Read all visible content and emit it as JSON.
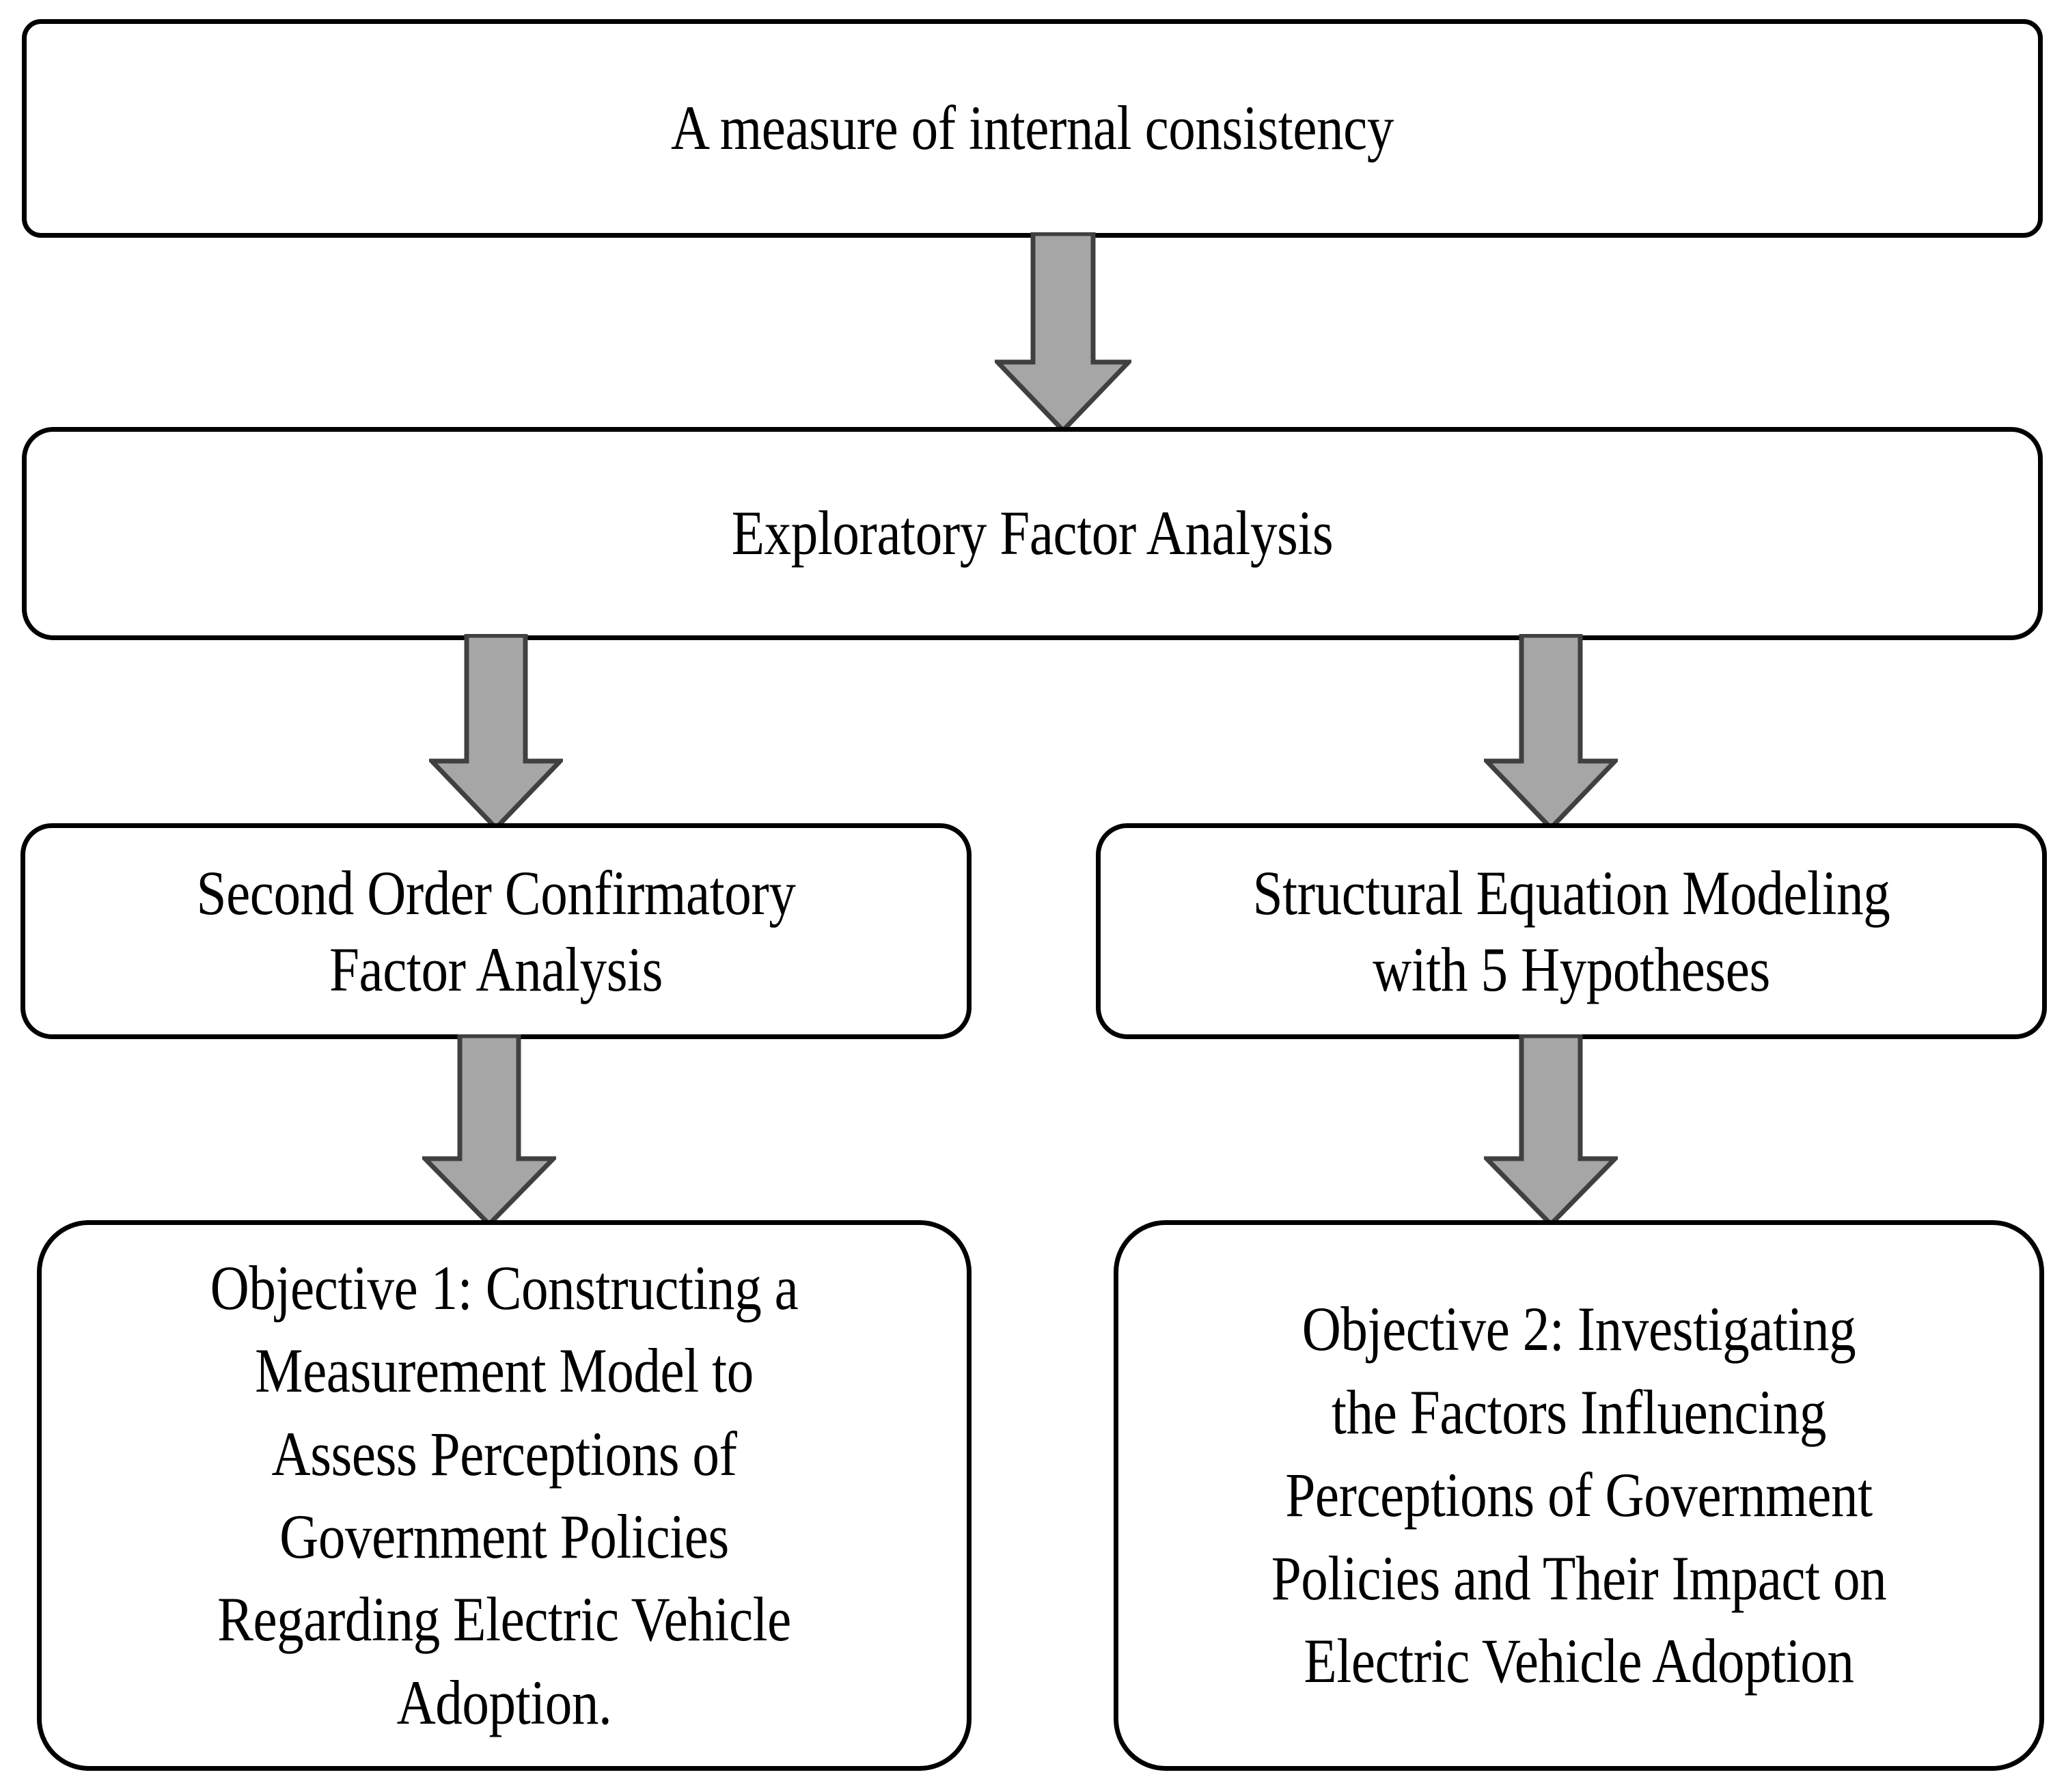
{
  "diagram": {
    "title": "Research methodology flowchart",
    "orientation": "top-to-bottom",
    "background_color": "#FFFFFF",
    "node_border_color": "#000000",
    "node_fill_color": "#FFFFFF",
    "arrow_fill_color": "#A6A6A6",
    "arrow_border_color": "#404040",
    "text_color": "#000000",
    "nodes": [
      {
        "id": "internal-consistency",
        "label": "A measure of internal consistency",
        "level": 1,
        "column": "full"
      },
      {
        "id": "efa",
        "label": "Exploratory Factor Analysis",
        "level": 2,
        "column": "full"
      },
      {
        "id": "socfa",
        "label": "Second Order Confirmatory\nFactor Analysis",
        "level": 3,
        "column": "left"
      },
      {
        "id": "sem",
        "label": "Structural Equation Modeling\nwith 5 Hypotheses",
        "level": 3,
        "column": "right"
      },
      {
        "id": "objective-1",
        "label": "Objective 1: Constructing a\nMeasurement Model to\nAssess Perceptions of\nGovernment Policies\nRegarding Electric Vehicle\nAdoption.",
        "level": 4,
        "column": "left"
      },
      {
        "id": "objective-2",
        "label": "Objective 2: Investigating\nthe Factors Influencing\nPerceptions of Government\nPolicies and Their Impact on\nElectric Vehicle Adoption",
        "level": 4,
        "column": "right"
      }
    ],
    "edges": [
      {
        "id": "internal-to-efa",
        "from": "internal-consistency",
        "to": "efa",
        "style": "block-arrow-down"
      },
      {
        "id": "efa-to-socfa",
        "from": "efa",
        "to": "socfa",
        "style": "block-arrow-down"
      },
      {
        "id": "efa-to-sem",
        "from": "efa",
        "to": "sem",
        "style": "block-arrow-down"
      },
      {
        "id": "socfa-to-obj1",
        "from": "socfa",
        "to": "objective-1",
        "style": "block-arrow-down"
      },
      {
        "id": "sem-to-obj2",
        "from": "sem",
        "to": "objective-2",
        "style": "block-arrow-down"
      }
    ]
  }
}
